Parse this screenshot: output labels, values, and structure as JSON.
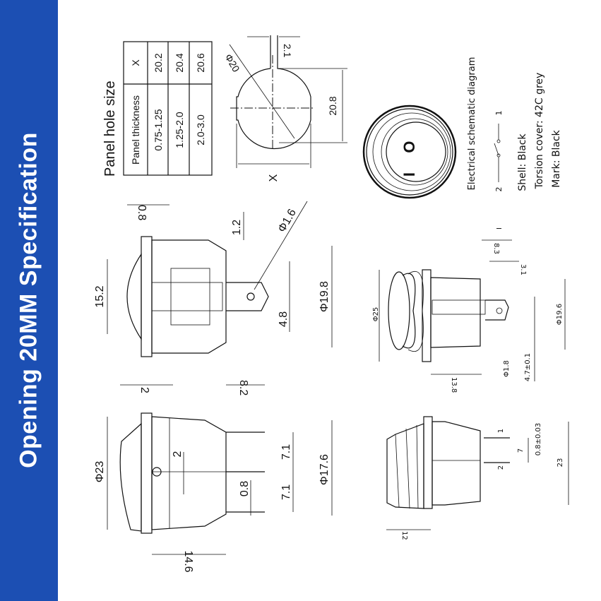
{
  "banner": {
    "title": "Opening 20MM Specification",
    "color": "#1c4fb3"
  },
  "panel_table": {
    "title": "Panel hole size",
    "headers": [
      "Panel thickness",
      "X"
    ],
    "rows": [
      [
        "0.75-1.25",
        "20.2"
      ],
      [
        "1.25-2.0",
        "20.4"
      ],
      [
        "2.0-3.0",
        "20.6"
      ]
    ]
  },
  "hole_drawing": {
    "diameter": "Φ20",
    "tab_width": "2.1",
    "height": "20.8",
    "width": "X"
  },
  "front_view": {
    "off_mark": "O",
    "on_mark": "I"
  },
  "schematic": {
    "title": "Electrical schematic diagram",
    "terminal_1": "1",
    "terminal_2": "2"
  },
  "specs": [
    "Shell: Black",
    "Torsion cover: 42C grey",
    "Mark: Black"
  ],
  "side_view_top": {
    "height": "15.2",
    "flange": "0.8",
    "offset": "1.2",
    "hole": "Φ1.6",
    "terminal": "4.8",
    "body": "Φ19.8"
  },
  "side_view_bottom": {
    "diameter": "Φ23",
    "flange": "2",
    "pin_length": "8.2",
    "pin_gap": "2",
    "pin_thickness": "0.8",
    "pitch_1": "7.1",
    "pitch_2": "7.1",
    "body": "Φ17.6",
    "depth": "14.6"
  },
  "side_view_right_top": {
    "diameter": "Φ25",
    "body": "Φ19.6",
    "length": "8.3",
    "offset": "3.1",
    "pin_label": "I",
    "hole": "Φ1.8",
    "terminal": "4.7±0.1",
    "depth": "13.8"
  },
  "side_view_right_bottom": {
    "pin_1": "1",
    "pin_2": "2",
    "pitch": "7",
    "thickness": "0.8±0.03",
    "height": "23",
    "cap": "12"
  }
}
